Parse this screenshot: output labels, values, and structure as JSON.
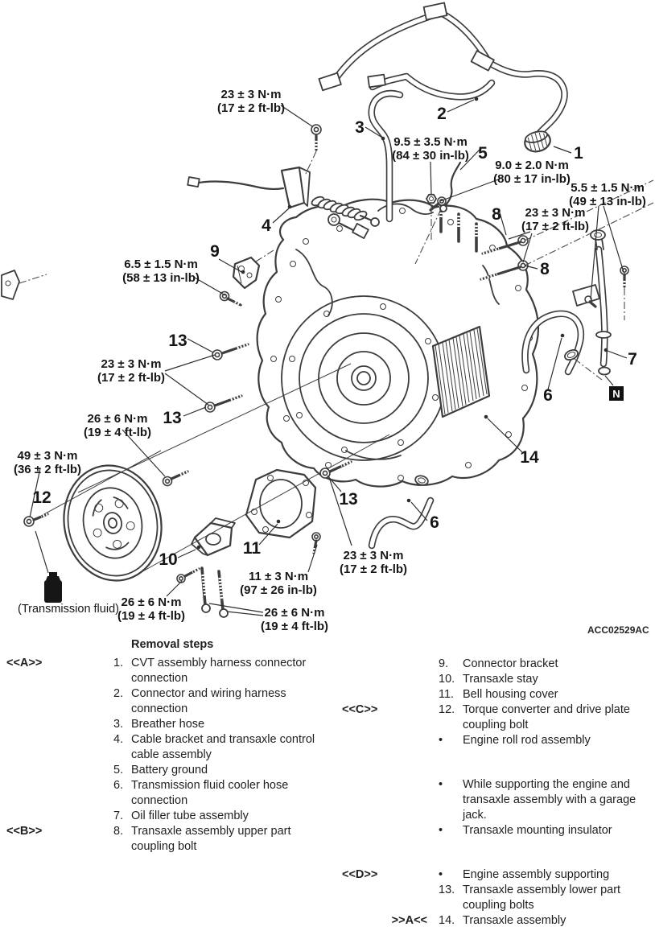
{
  "figure": {
    "image_code": "ACC02529AC",
    "fluid_note": "(Transmission fluid)",
    "n_badge": "N",
    "torque_labels": [
      {
        "line1": "23 ± 3 N·m",
        "line2": "(17 ± 2 ft-lb)"
      },
      {
        "line1": "9.5 ± 3.5 N·m",
        "line2": "(84 ± 30 in-lb)"
      },
      {
        "line1": "9.0 ± 2.0 N·m",
        "line2": "(80 ± 17 in-lb)"
      },
      {
        "line1": "5.5 ± 1.5 N·m",
        "line2": "(49 ± 13 in-lb)"
      },
      {
        "line1": "23 ± 3 N·m",
        "line2": "(17 ± 2 ft-lb)"
      },
      {
        "line1": "6.5 ± 1.5 N·m",
        "line2": "(58 ± 13 in-lb)"
      },
      {
        "line1": "23 ± 3 N·m",
        "line2": "(17 ± 2 ft-lb)"
      },
      {
        "line1": "26 ± 6 N·m",
        "line2": "(19 ± 4 ft-lb)"
      },
      {
        "line1": "49 ± 3 N·m",
        "line2": "(36 ± 2 ft-lb)"
      },
      {
        "line1": "11 ± 3 N·m",
        "line2": "(97 ± 26 in-lb)"
      },
      {
        "line1": "26 ± 6 N·m",
        "line2": "(19 ± 4 ft-lb)"
      },
      {
        "line1": "26 ± 6 N·m",
        "line2": "(19 ± 4 ft-lb)"
      },
      {
        "line1": "23 ± 3 N·m",
        "line2": "(17 ± 2 ft-lb)"
      }
    ],
    "callouts": [
      "1",
      "2",
      "3",
      "4",
      "5",
      "6",
      "6",
      "7",
      "8",
      "8",
      "9",
      "10",
      "11",
      "12",
      "13",
      "13",
      "13",
      "14"
    ]
  },
  "steps": {
    "title": "Removal steps",
    "left": [
      {
        "marker": "<<A>>",
        "num": "1.",
        "text": "CVT assembly harness connector connection"
      },
      {
        "num": "2.",
        "text": "Connector and wiring harness connection"
      },
      {
        "num": "3.",
        "text": "Breather hose"
      },
      {
        "num": "4.",
        "text": "Cable bracket and transaxle control cable assembly"
      },
      {
        "num": "5.",
        "text": "Battery ground"
      },
      {
        "num": "6.",
        "text": "Transmission fluid cooler hose connection"
      },
      {
        "num": "7.",
        "text": "Oil filler tube assembly"
      },
      {
        "marker": "<<B>>",
        "num": "8.",
        "text": "Transaxle assembly upper part coupling bolt"
      }
    ],
    "right": [
      {
        "num": "9.",
        "text": "Connector bracket"
      },
      {
        "num": "10.",
        "text": "Transaxle stay"
      },
      {
        "num": "11.",
        "text": "Bell housing cover"
      },
      {
        "marker": "<<C>>",
        "num": "12.",
        "text": "Torque converter and drive plate coupling bolt"
      },
      {
        "num": "•",
        "text": "Engine roll rod assembly"
      },
      {
        "num": "•",
        "text": "While supporting the engine and transaxle assembly with a garage jack."
      },
      {
        "num": "•",
        "text": "Transaxle mounting insulator"
      },
      {
        "marker": "<<D>>",
        "num": "•",
        "text": "Engine assembly supporting"
      },
      {
        "num": "13.",
        "text": "Transaxle assembly lower part coupling bolts"
      },
      {
        "marker": ">>A<<",
        "num": "14.",
        "text": "Transaxle assembly"
      }
    ]
  }
}
